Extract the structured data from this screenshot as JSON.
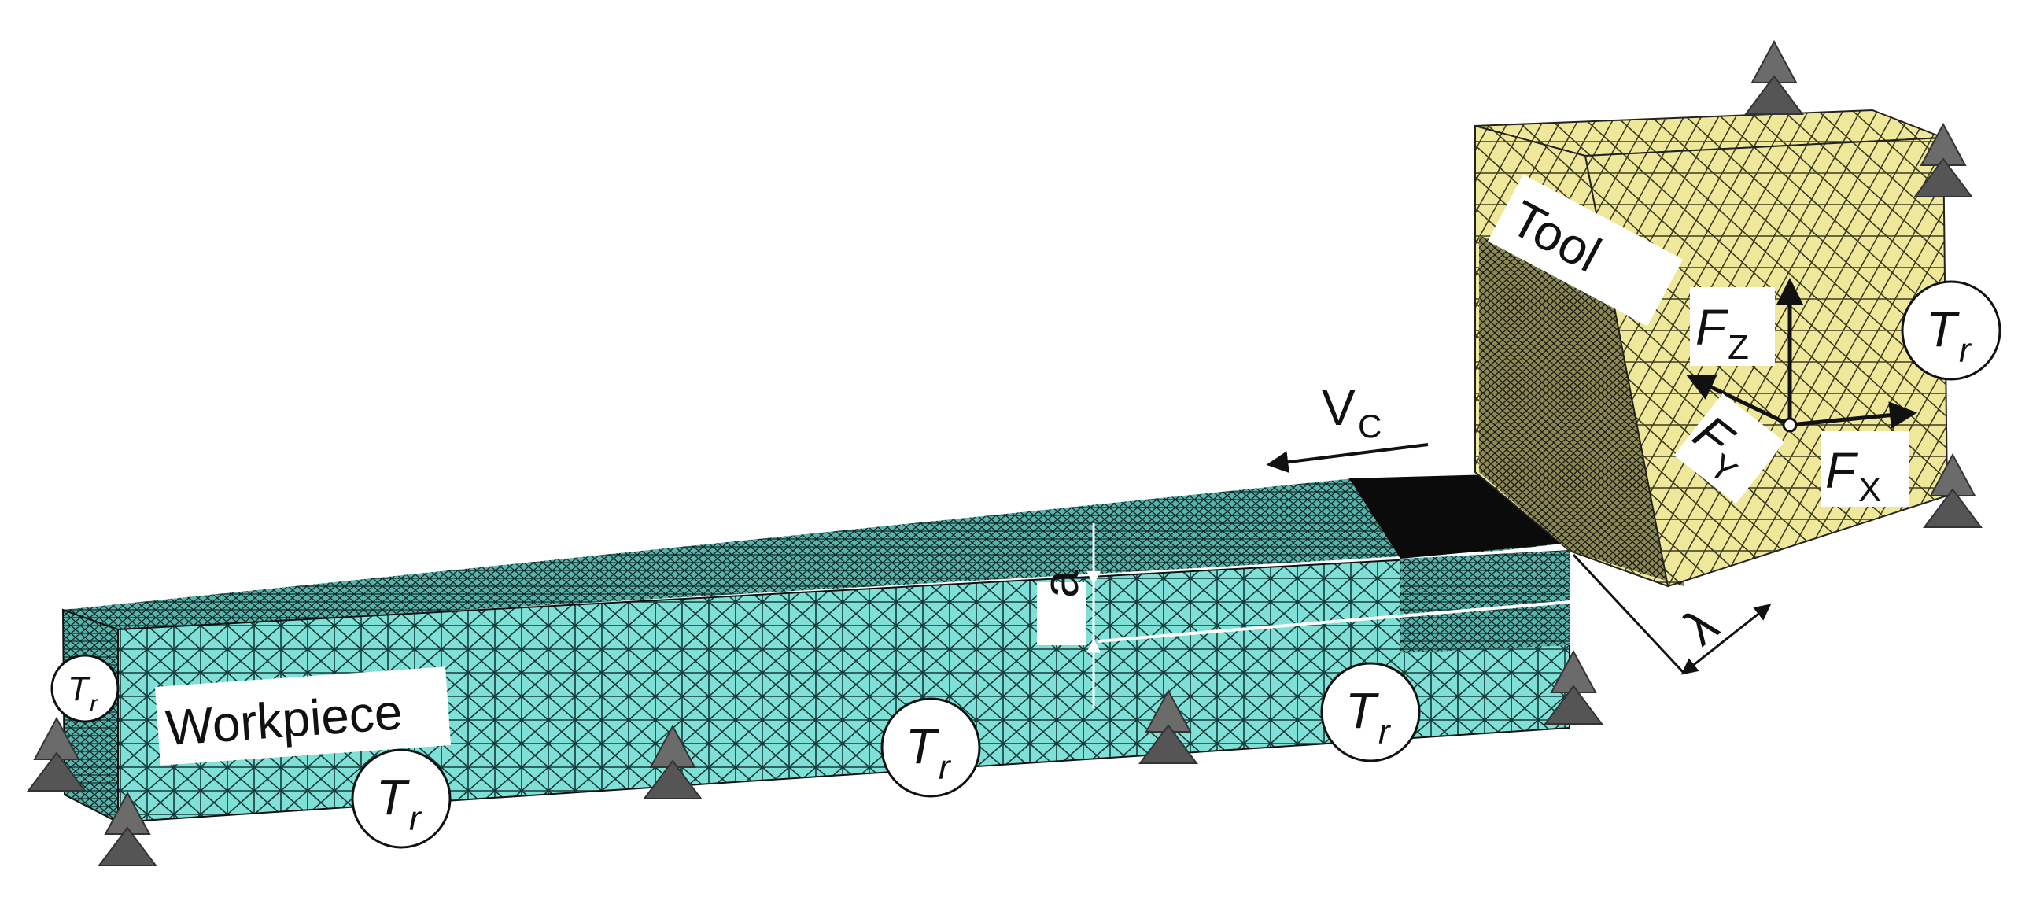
{
  "labels": {
    "workpiece": "Workpiece",
    "tool": "Tool",
    "cutting_speed": "V",
    "cutting_speed_sub": "C",
    "depth": "a",
    "angle": "λ",
    "force_x": "F",
    "force_x_sub": "X",
    "force_y": "F",
    "force_y_sub": "Y",
    "force_z": "F",
    "force_z_sub": "Z",
    "temp": "T",
    "temp_sub": "r"
  },
  "colors": {
    "workpiece_mesh": "#7ee0d6",
    "tool_mesh": "#efe89a",
    "support": "#6b6b6b",
    "mesh_line": "#1a1a1a"
  },
  "icons": {
    "support": "fixed-support-triangle",
    "temperature": "temperature-circle"
  }
}
